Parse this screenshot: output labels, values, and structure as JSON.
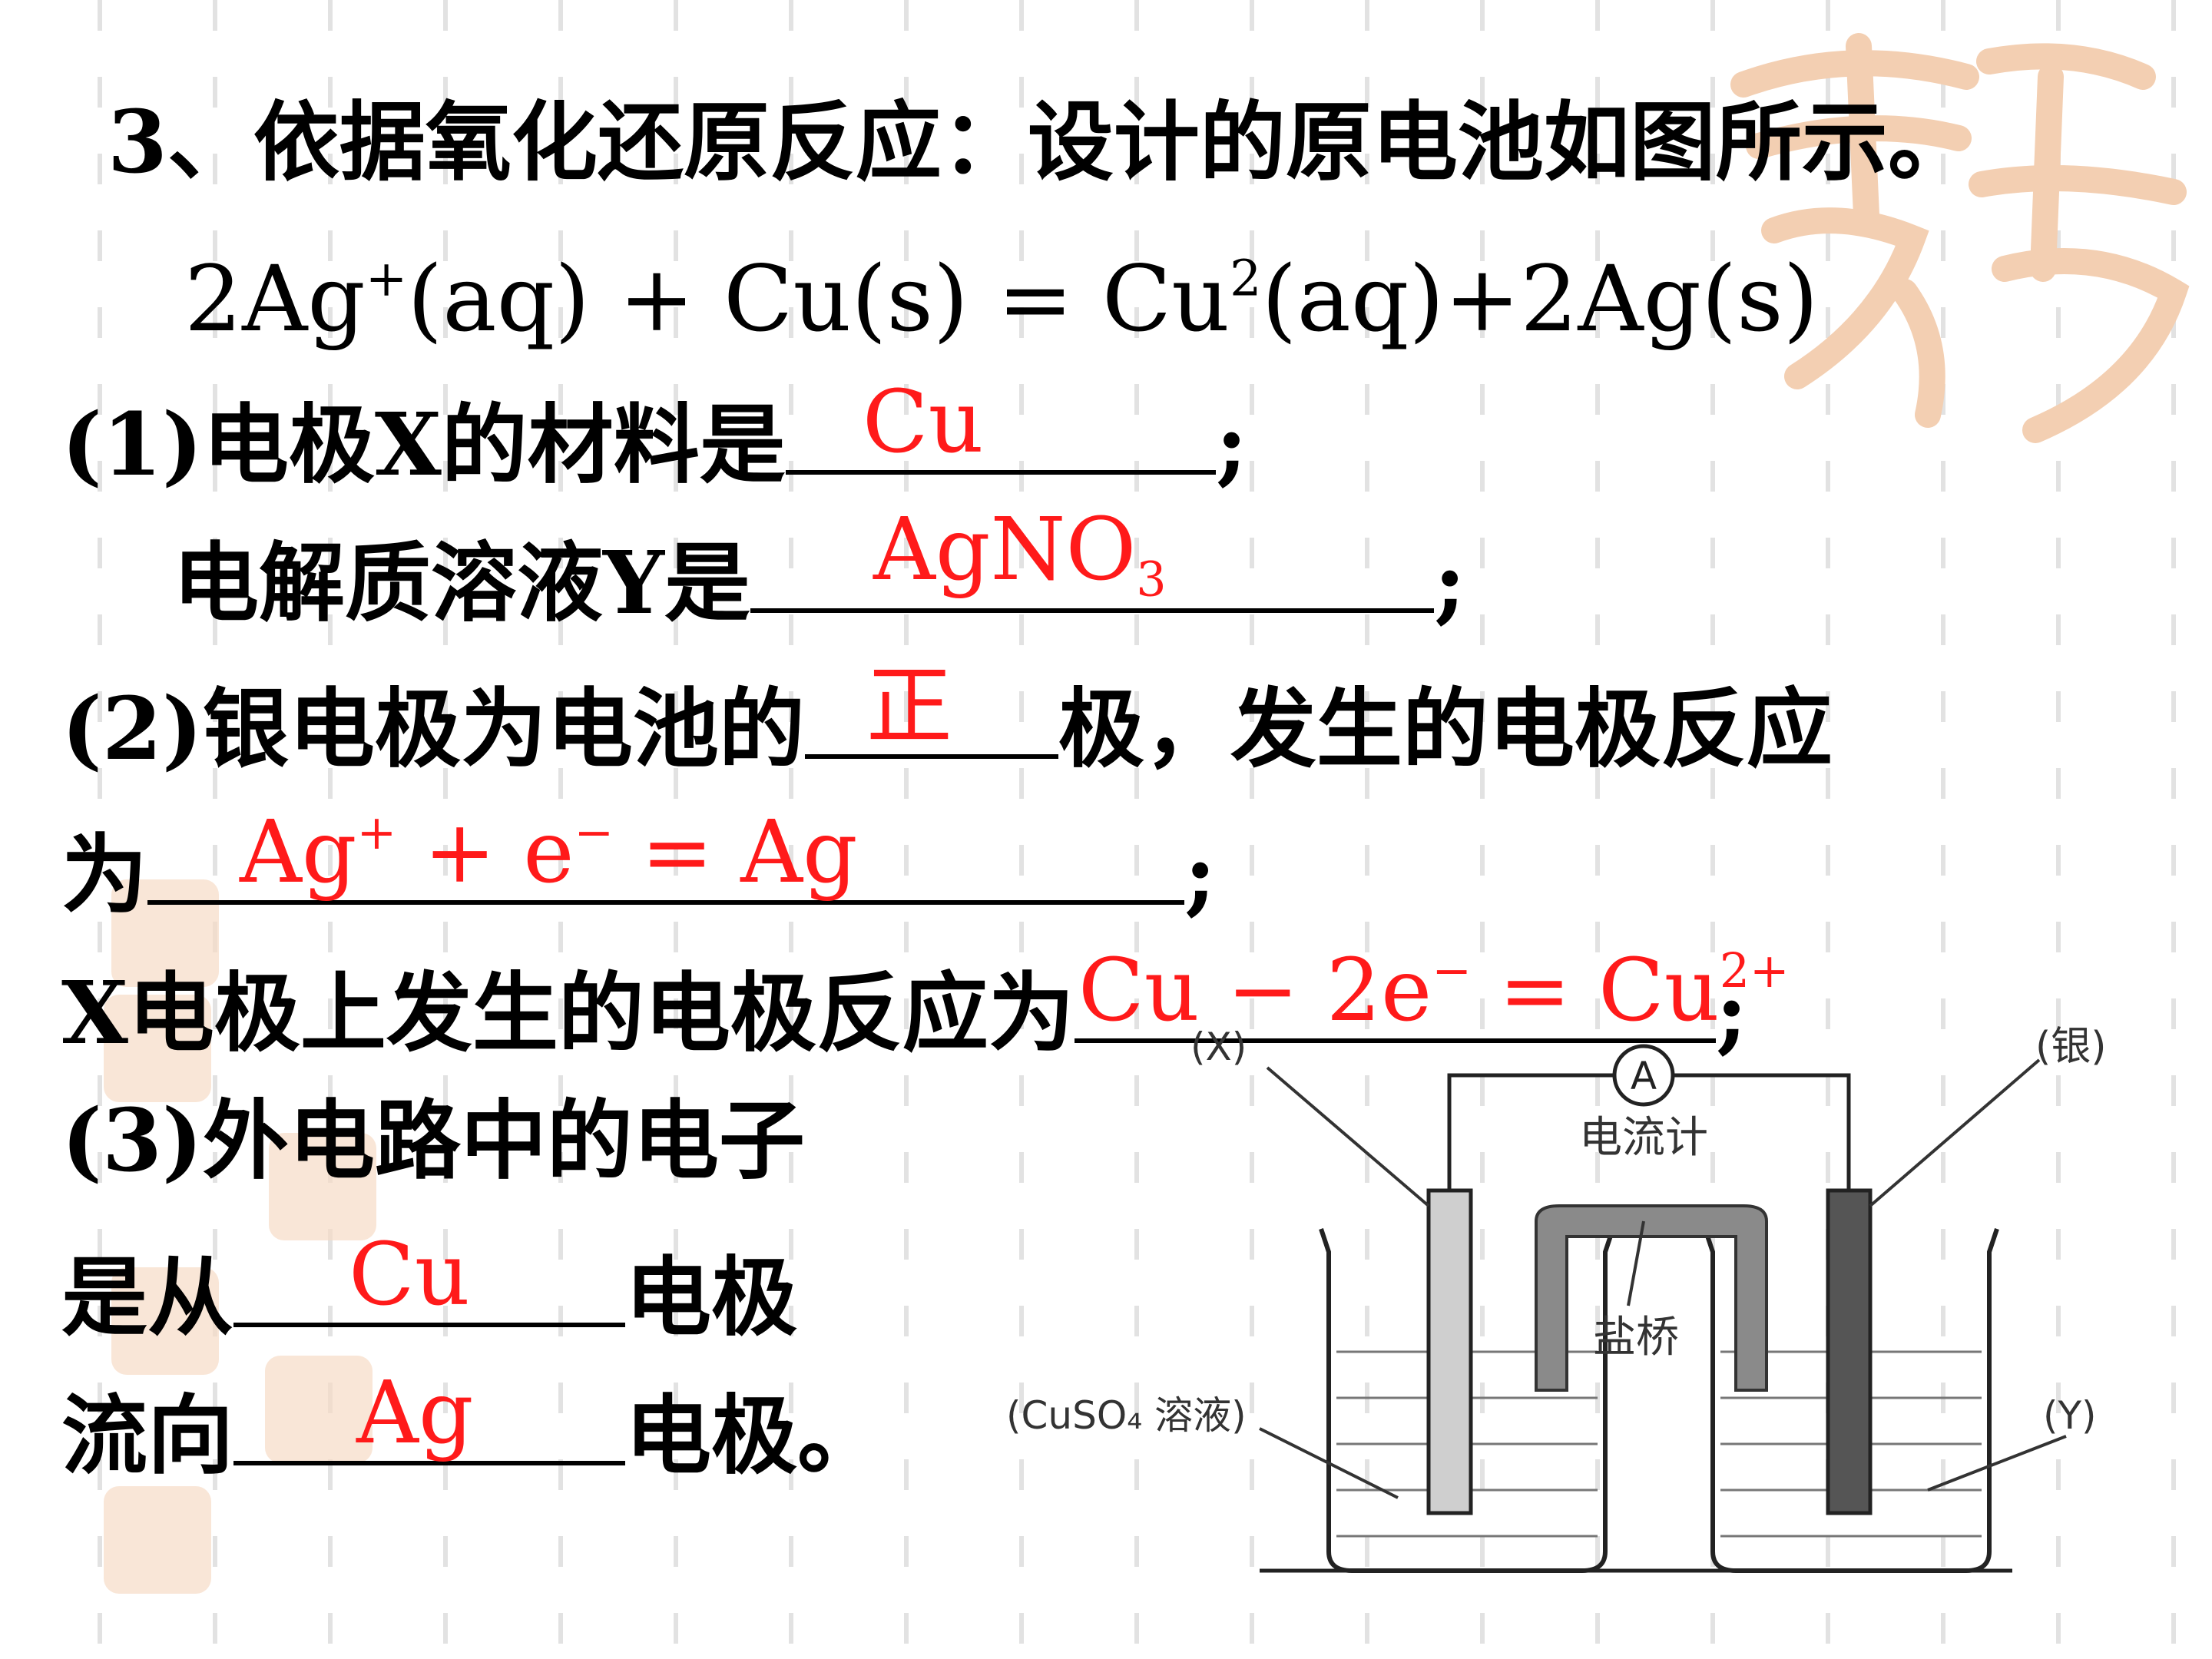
{
  "title": "3、依据氧化还原反应：设计的原电池如图所示。",
  "equation": {
    "p1": "2Ag",
    "p1_sup": "+",
    "p2": "(aq) + Cu(s) = Cu",
    "p2_sup": "2",
    "p3": "(aq)+2Ag(s)"
  },
  "q1": {
    "prefix": "(1)电极X的材料是",
    "answer": "Cu",
    "suffix": ";",
    "line2_prefix": "电解质溶液Y是",
    "answer2_main": "AgNO",
    "answer2_sub": "3",
    "suffix2": ";"
  },
  "q2": {
    "prefix": "(2)银电极为电池的",
    "answer": "正",
    "mid": "极，发生的电极反应",
    "line2_prefix": "为",
    "answer2_a": "Ag",
    "answer2_a_sup": "+",
    "answer2_b": " + e",
    "answer2_b_sup": "−",
    "answer2_c": " = Ag",
    "suffix2": ";",
    "line3_prefix": "X电极上发生的电极反应为",
    "answer3_a": "Cu − 2e",
    "answer3_a_sup": "−",
    "answer3_b": " = Cu",
    "answer3_b_sup": "2+",
    "suffix3": ";"
  },
  "q3": {
    "line1": "(3)外电路中的电子",
    "line2_prefix": "是从",
    "answer_from": "Cu",
    "line2_suffix": "电极",
    "line3_prefix": "流向",
    "answer_to": "Ag",
    "line3_suffix": "电极。"
  },
  "diagram": {
    "label_x": "(X)",
    "label_silver": "(银)",
    "label_ammeter": "A",
    "label_galvanometer": "电流计",
    "label_salt_bridge": "盐桥",
    "label_cuso4": "(CuSO₄ 溶液)",
    "label_y": "(Y)"
  },
  "colors": {
    "answer": "#ff1a1a",
    "text": "#000000",
    "stamp": "#f3c9a8",
    "grid": "#e6e6e6"
  }
}
